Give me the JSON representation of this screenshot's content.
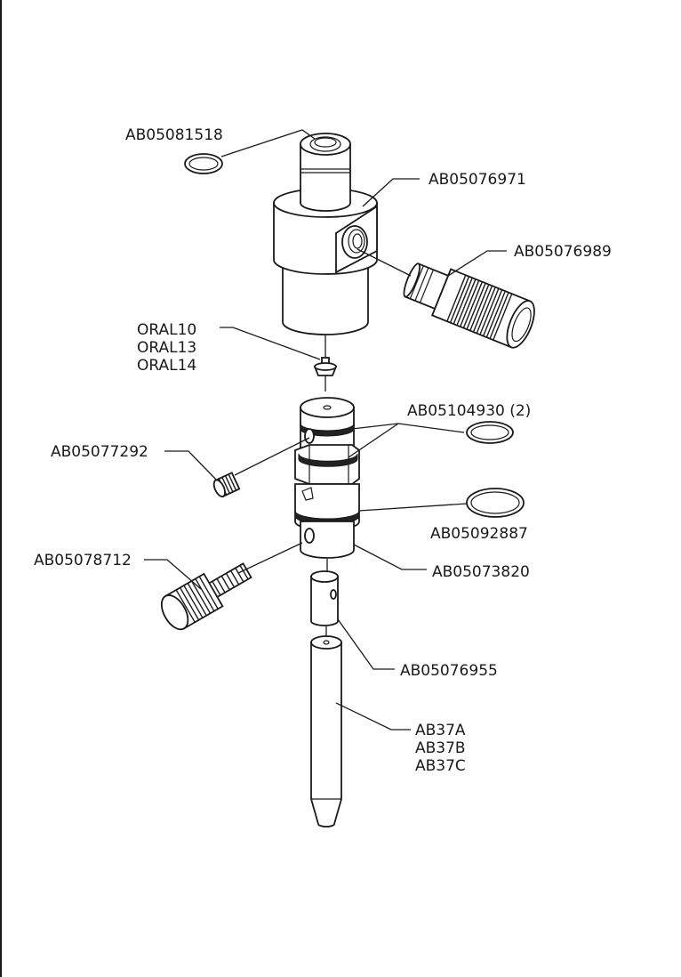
{
  "diagram": {
    "labels": {
      "ring_top": "AB05081518",
      "body": "AB05076971",
      "inlet_fitting": "AB05076989",
      "check_valve": [
        "ORAL10",
        "ORAL13",
        "ORAL14"
      ],
      "orings_pair": "AB05104930 (2)",
      "side_plug": "AB05077292",
      "oring_large": "AB05092887",
      "knob_screw": "AB05078712",
      "lower_body": "AB05073820",
      "sleeve": "AB05076955",
      "nozzle": [
        "AB37A",
        "AB37B",
        "AB37C"
      ]
    }
  }
}
